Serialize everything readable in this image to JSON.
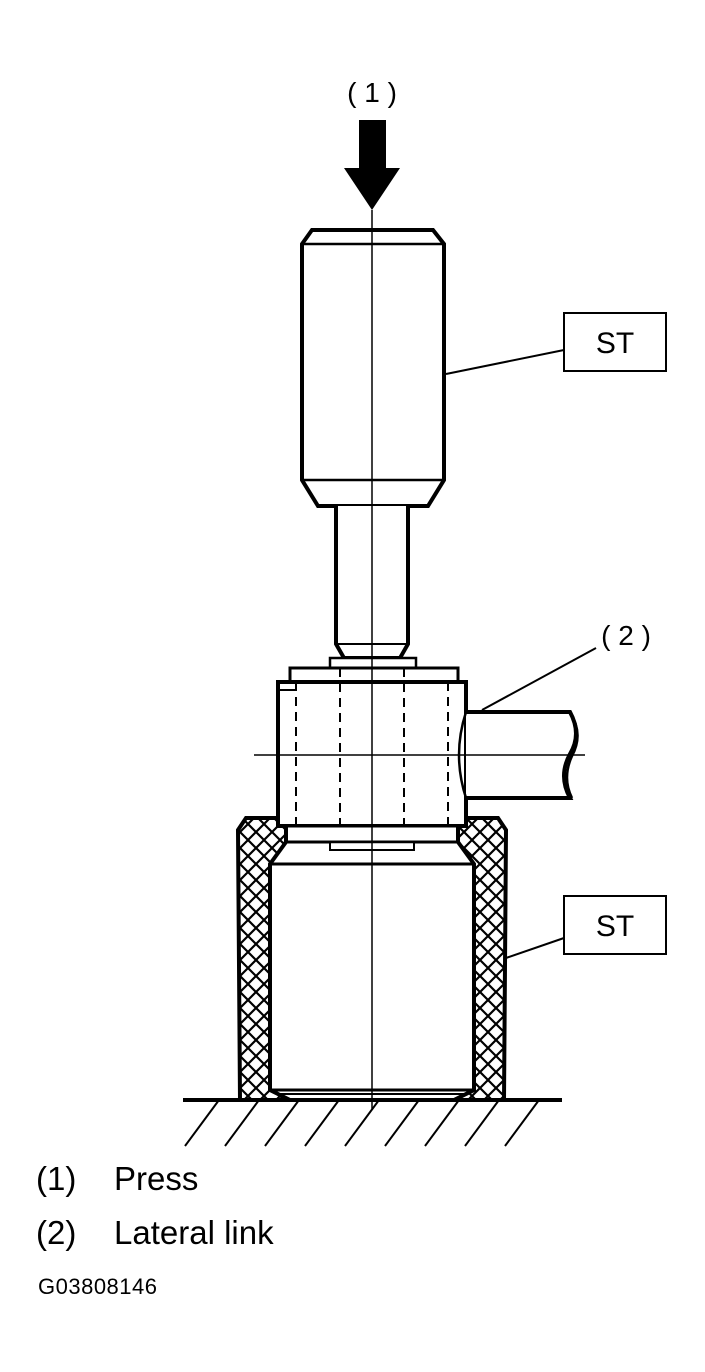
{
  "diagram": {
    "callouts": [
      {
        "id": "1",
        "text": "( 1 )"
      },
      {
        "id": "2",
        "text": "( 2 )"
      }
    ],
    "tool_labels": [
      {
        "id": "st_upper",
        "text": "ST"
      },
      {
        "id": "st_lower",
        "text": "ST"
      }
    ]
  },
  "legend": [
    {
      "num": "(1)",
      "label": "Press"
    },
    {
      "num": "(2)",
      "label": "Lateral link"
    }
  ],
  "figure_id": "G03808146"
}
